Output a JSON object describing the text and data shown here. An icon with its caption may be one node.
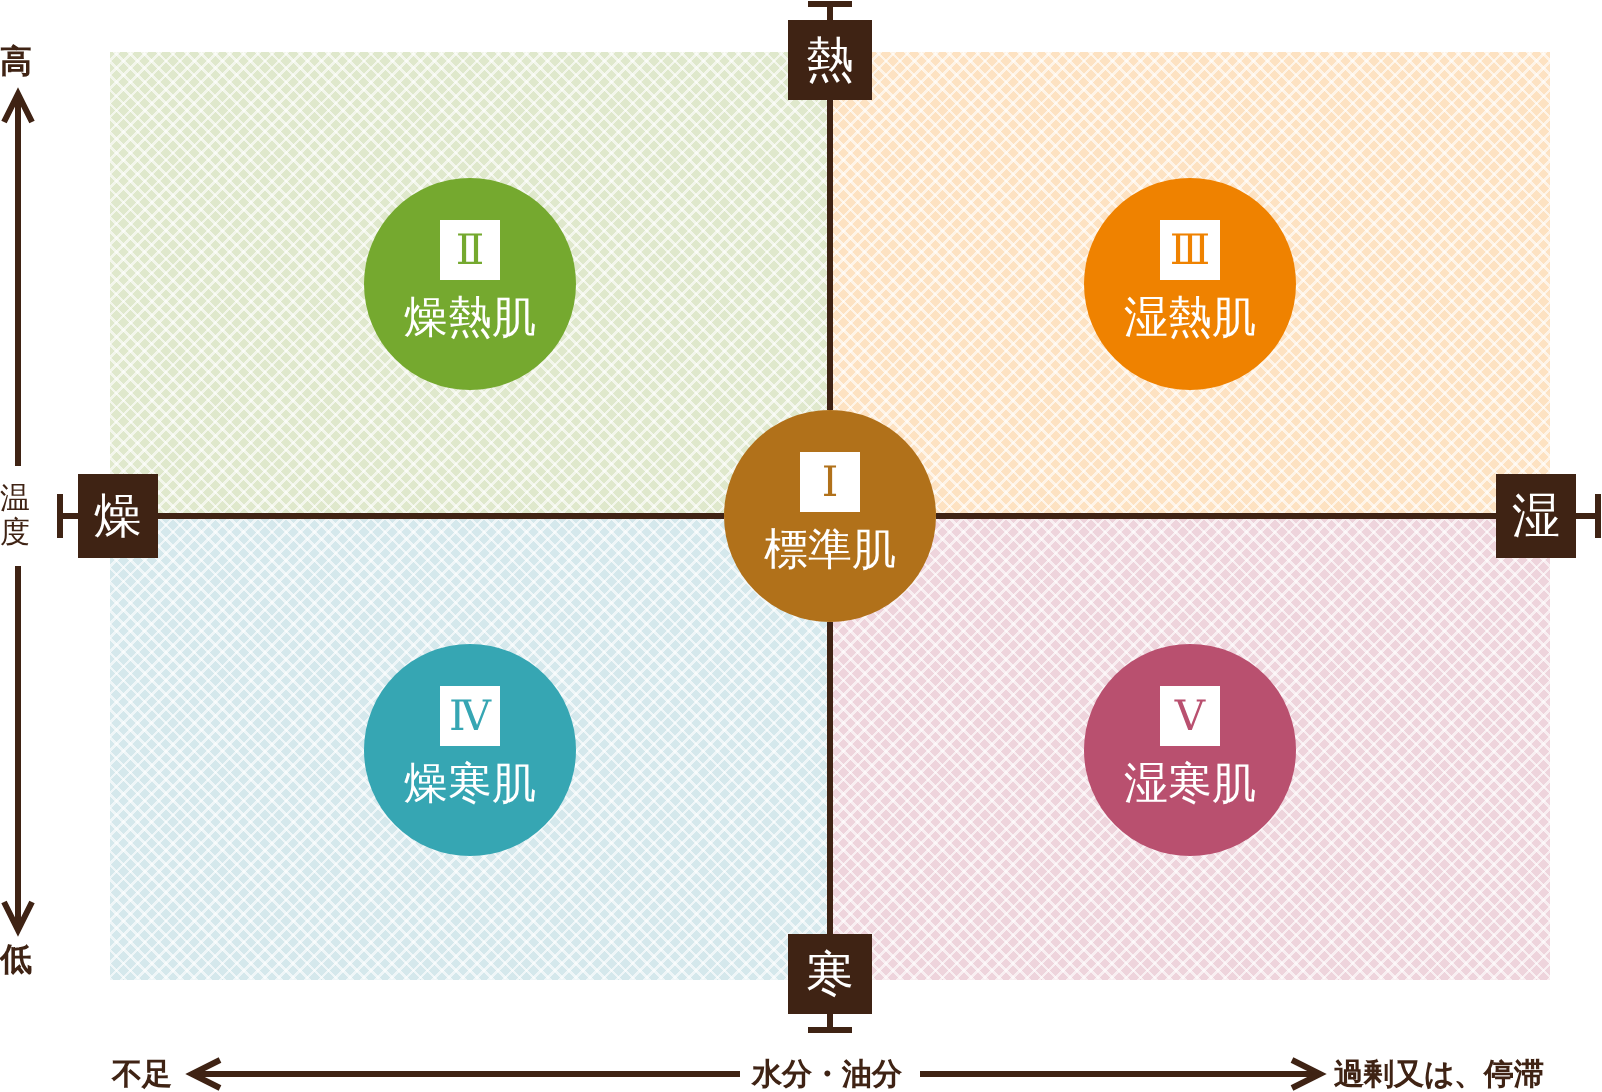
{
  "diagram": {
    "nodes": [
      {
        "text": [
          "熱"
        ]
      },
      {
        "text": [
          "Ⅱ",
          "燥熱肌"
        ]
      },
      {
        "text": [
          "Ⅲ",
          "湿熱肌"
        ]
      },
      {
        "text": [
          "燥"
        ]
      },
      {
        "text": [
          "Ⅰ",
          "標準肌"
        ]
      },
      {
        "text": [
          "湿"
        ]
      },
      {
        "text": [
          "Ⅳ",
          "燥寒肌"
        ]
      },
      {
        "text": [
          "Ⅴ",
          "湿寒肌"
        ]
      },
      {
        "text": [
          "寒"
        ]
      }
    ],
    "edges": [
      {
        "from": 0,
        "to": 4,
        "arrow": "none"
      },
      {
        "from": 3,
        "to": 4,
        "arrow": "none"
      },
      {
        "from": 4,
        "to": 5,
        "arrow": "none"
      },
      {
        "from": 4,
        "to": 8,
        "arrow": "none"
      }
    ],
    "labels": [
      "高",
      "温度",
      "低",
      "不足",
      "水分・油分",
      "過剰又は、停滞"
    ]
  }
}
